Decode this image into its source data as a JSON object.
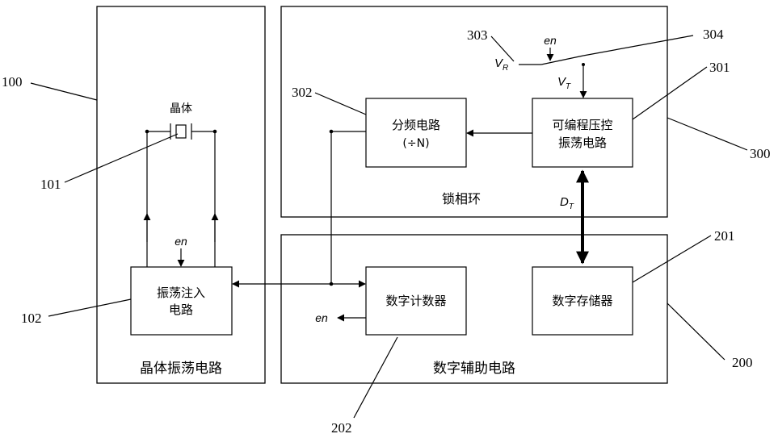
{
  "labels": {
    "crystal_osc_circuit": "晶体振荡电路",
    "pll": "锁相环",
    "digital_aux_circuit": "数字辅助电路",
    "crystal": "晶体",
    "injection_line1": "振荡注入",
    "injection_line2": "电路",
    "divider_line1": "分频电路",
    "divider_line2": "(÷N)",
    "vco_line1": "可编程压控",
    "vco_line2": "振荡电路",
    "counter": "数字计数器",
    "memory": "数字存储器",
    "en": "en",
    "vr_main": "V",
    "vr_sub": "R",
    "vt_main": "V",
    "vt_sub": "T",
    "dt_main": "D",
    "dt_sub": "T"
  },
  "refs": {
    "r100": "100",
    "r101": "101",
    "r102": "102",
    "r200": "200",
    "r201": "201",
    "r202": "202",
    "r300": "300",
    "r301": "301",
    "r302": "302",
    "r303": "303",
    "r304": "304"
  }
}
